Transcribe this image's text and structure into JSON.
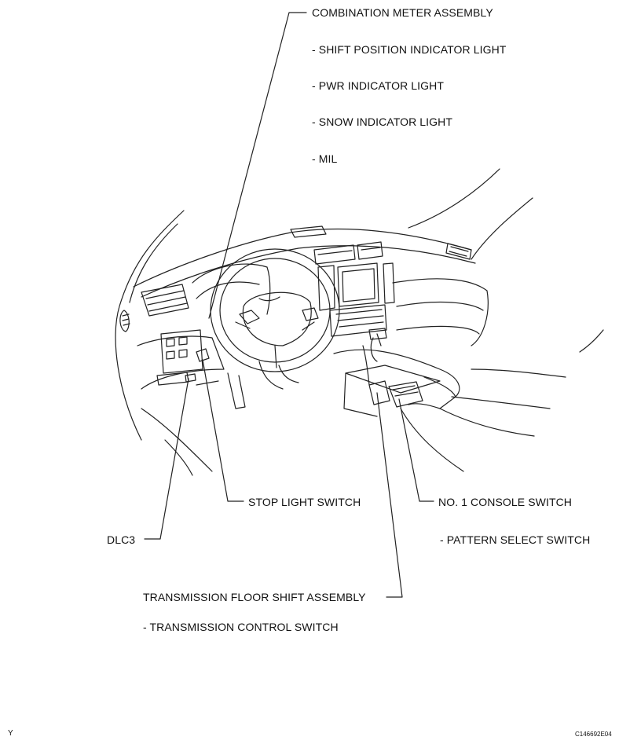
{
  "labels": {
    "combination_meter": "COMBINATION METER ASSEMBLY",
    "shift_position": "- SHIFT POSITION INDICATOR LIGHT",
    "pwr_indicator": "- PWR INDICATOR LIGHT",
    "snow_indicator": "- SNOW INDICATOR LIGHT",
    "mil": "- MIL",
    "stop_light_switch": "STOP LIGHT SWITCH",
    "no1_console_switch": "NO. 1 CONSOLE SWITCH",
    "pattern_select_switch": "- PATTERN SELECT SWITCH",
    "dlc3": "DLC3",
    "transmission_floor_shift": "TRANSMISSION FLOOR SHIFT ASSEMBLY",
    "transmission_control_switch": "- TRANSMISSION CONTROL SWITCH"
  },
  "footer": {
    "left_code": "Y",
    "figure_id": "C146692E04"
  }
}
